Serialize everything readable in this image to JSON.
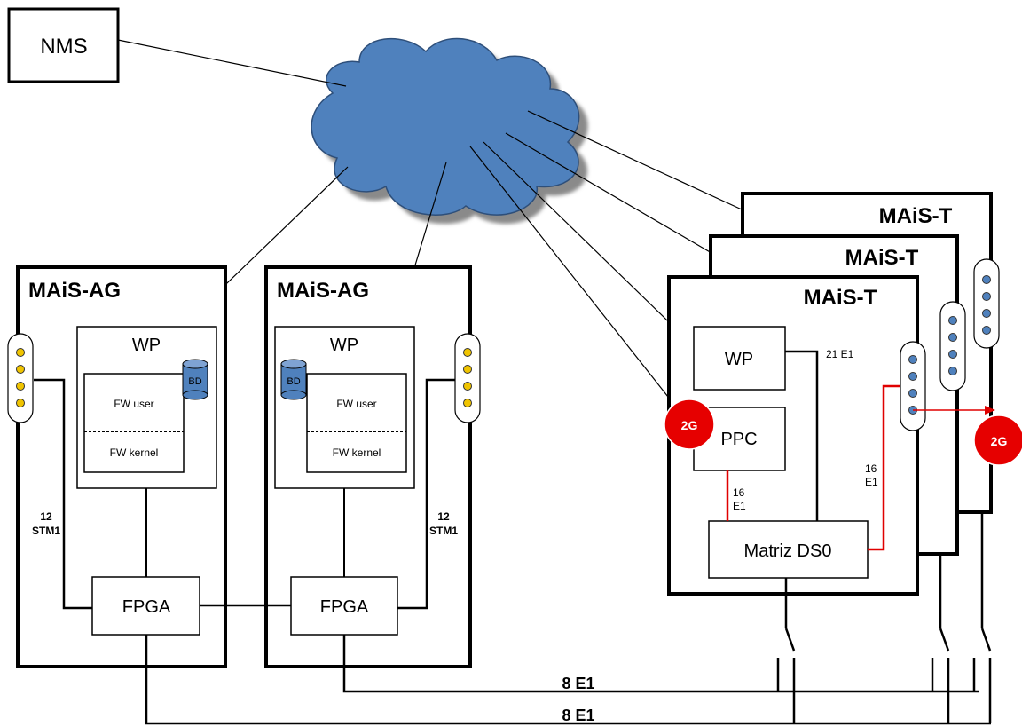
{
  "nms": {
    "label": "NMS"
  },
  "ag_left": {
    "title": "MAiS-AG",
    "wp_label": "WP",
    "db_label": "BD",
    "fw_user": "FW user",
    "fw_kernel": "FW kernel",
    "fpga_label": "FPGA",
    "link_count": "12",
    "link_type": "STM1"
  },
  "ag_right": {
    "title": "MAiS-AG",
    "wp_label": "WP",
    "db_label": "BD",
    "fw_user": "FW user",
    "fw_kernel": "FW kernel",
    "fpga_label": "FPGA",
    "link_count": "12",
    "link_type": "STM1"
  },
  "mais_t_back": {
    "title": "MAiS-T",
    "badge": "2G"
  },
  "mais_t_middle": {
    "title": "MAiS-T"
  },
  "mais_t_front": {
    "title": "MAiS-T",
    "wp_label": "WP",
    "ppc_label": "PPC",
    "badge": "2G",
    "matrix_label": "Matriz DS0",
    "e1_top": "21 E1",
    "e1_ppc_count": "16",
    "e1_ppc_unit": "E1",
    "e1_right_count": "16",
    "e1_right_unit": "E1"
  },
  "bottom_links": {
    "upper": "8 E1",
    "lower": "8 E1"
  }
}
